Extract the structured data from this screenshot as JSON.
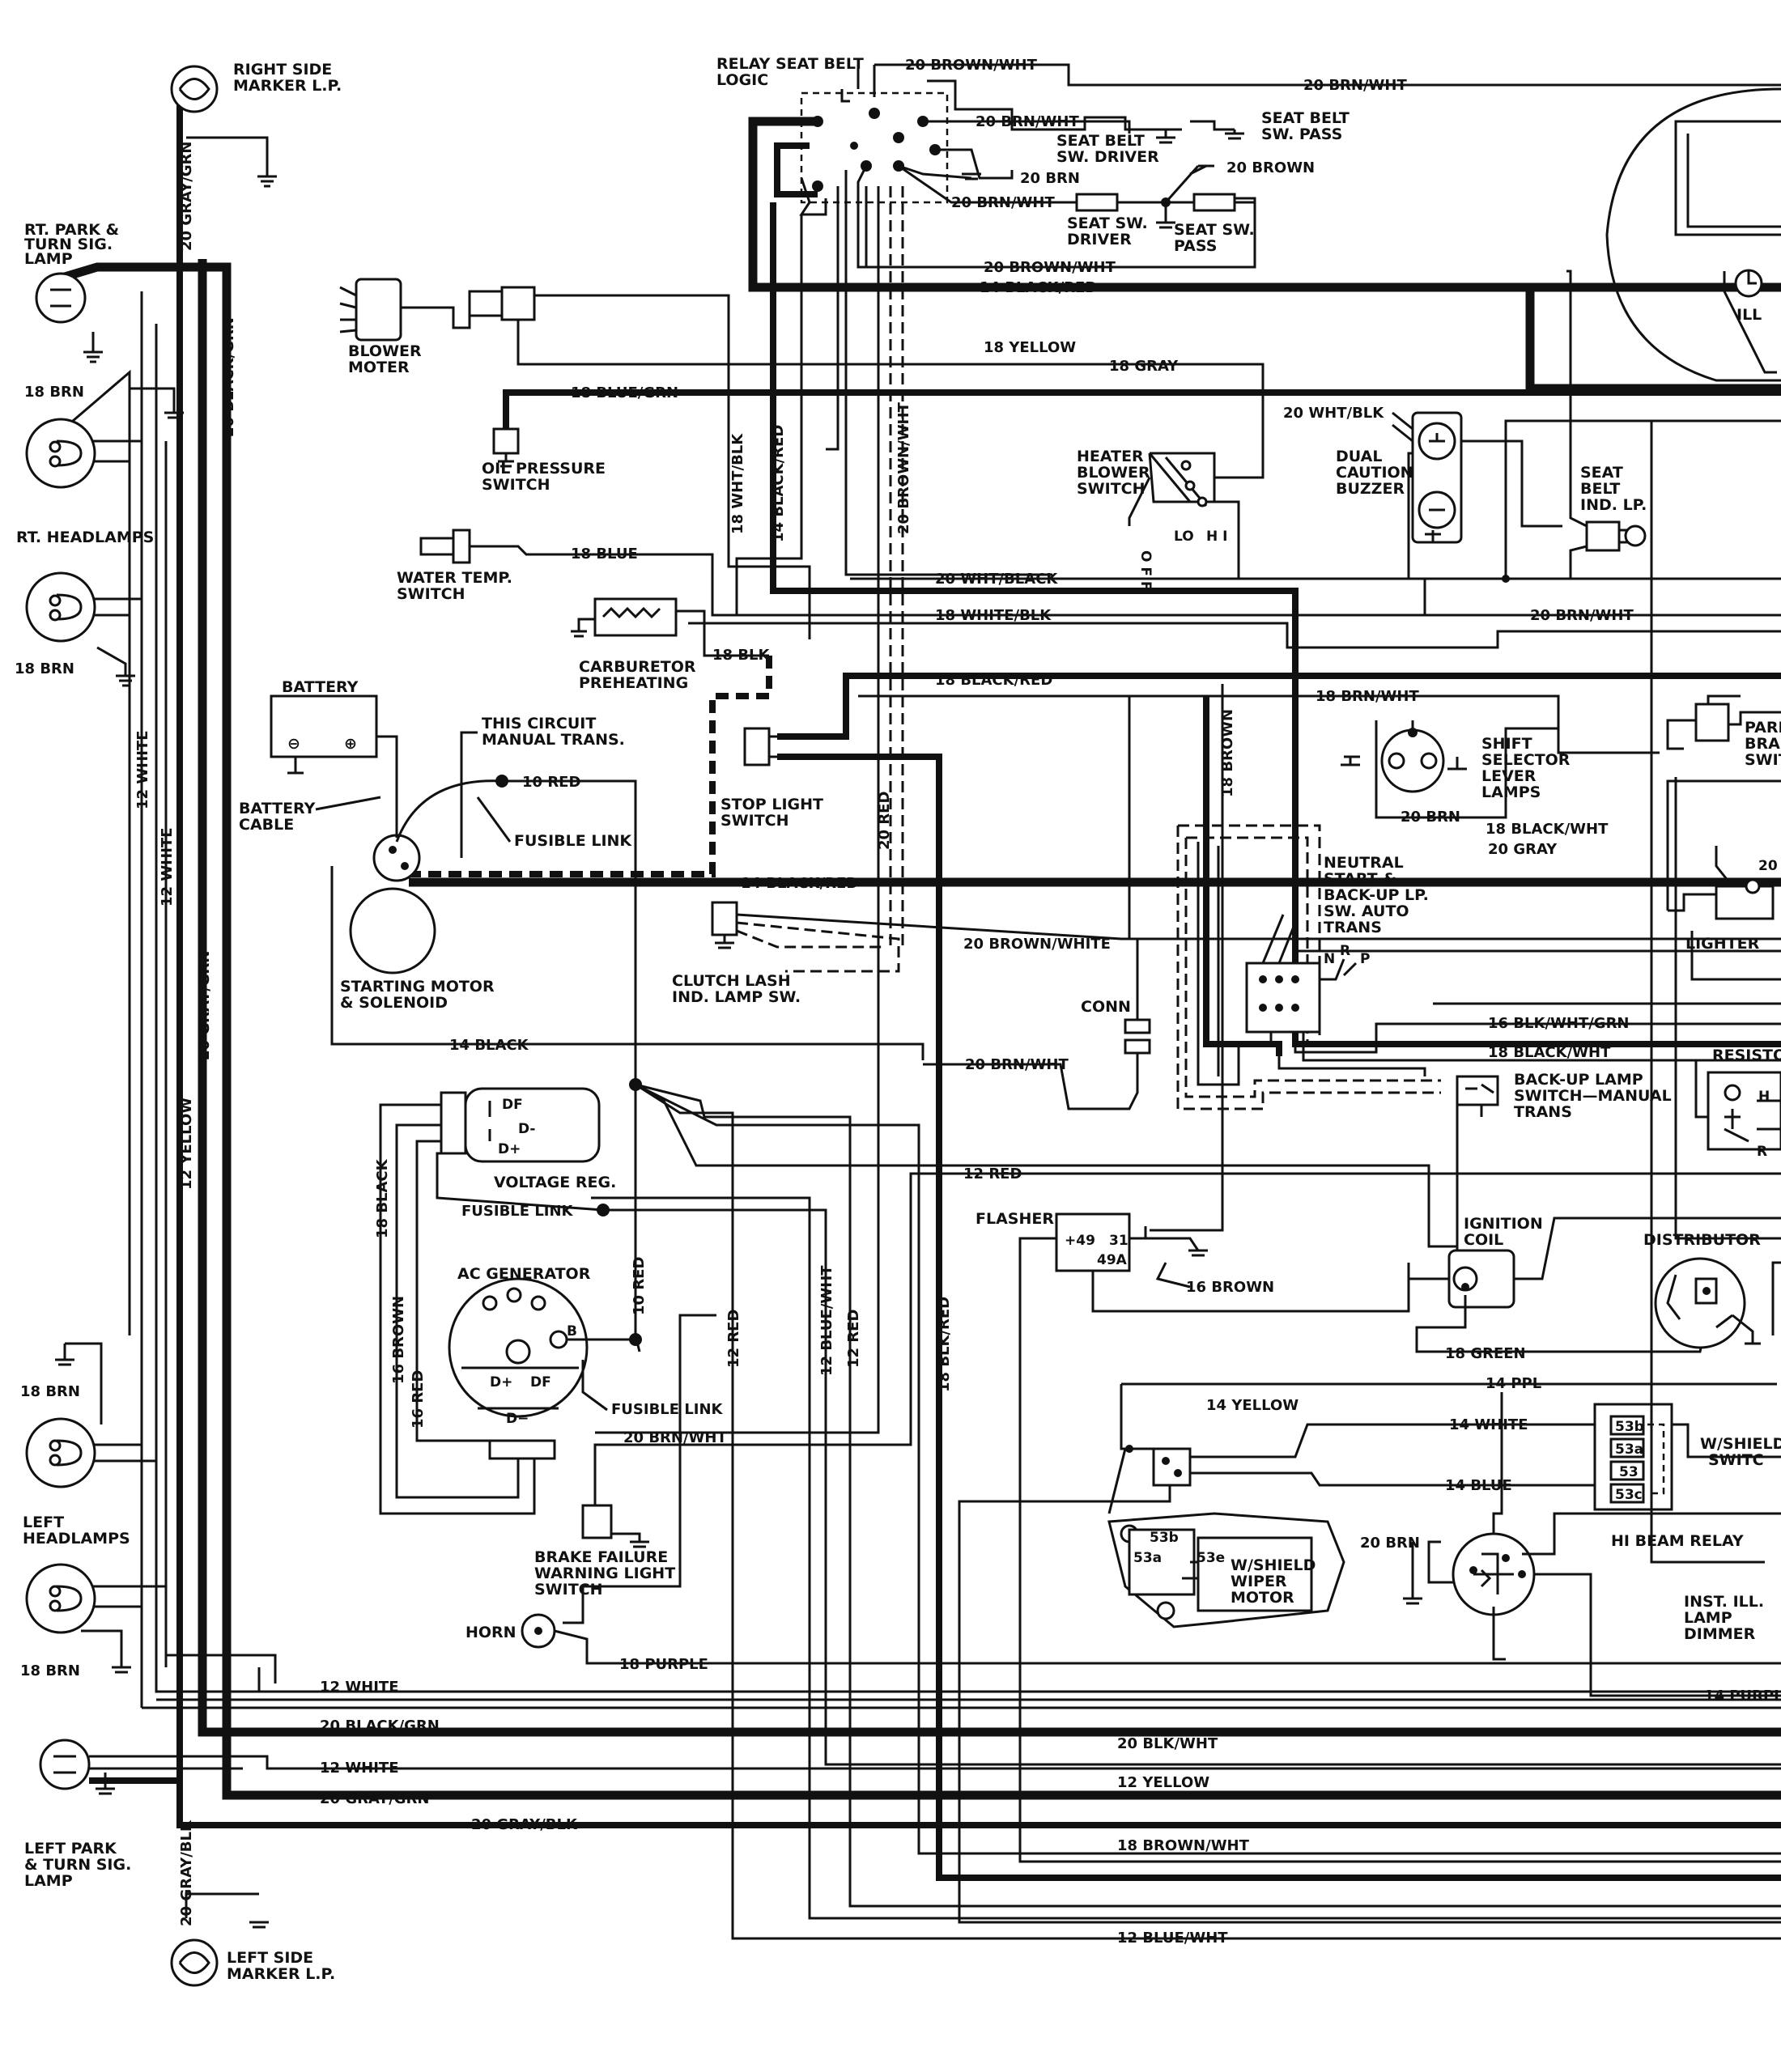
{
  "labels": {
    "right_side_marker": [
      "RIGHT SIDE",
      "MARKER L.P."
    ],
    "rt_park_turn": [
      "RT. PARK &",
      "TURN SIG.",
      "LAMP"
    ],
    "rt_headlamps": "RT. HEADLAMPS",
    "left_headlamps": [
      "LEFT",
      "HEADLAMPS"
    ],
    "left_park_turn": [
      "LEFT PARK",
      "& TURN SIG.",
      "LAMP"
    ],
    "left_side_marker": [
      "LEFT SIDE",
      "MARKER L.P."
    ],
    "blower_motor": [
      "BLOWER",
      "MOTER"
    ],
    "oil_pressure": [
      "OIL PRESSURE",
      "SWITCH"
    ],
    "water_temp": [
      "WATER TEMP.",
      "SWITCH"
    ],
    "carb_preheat": [
      "CARBURETOR",
      "PREHEATING"
    ],
    "battery": "BATTERY",
    "battery_cable": [
      "BATTERY",
      "CABLE"
    ],
    "this_circuit": [
      "THIS CIRCUIT",
      "MANUAL TRANS."
    ],
    "fusible_link": "FUSIBLE LINK",
    "starting_motor": [
      "STARTING MOTOR",
      "& SOLENOID"
    ],
    "stop_light": [
      "STOP LIGHT",
      "SWITCH"
    ],
    "clutch_lash": [
      "CLUTCH LASH",
      "IND. LAMP SW."
    ],
    "voltage_reg": "VOLTAGE REG.",
    "ac_generator": "AC GENERATOR",
    "brake_failure": [
      "BRAKE FAILURE",
      "WARNING LIGHT",
      "SWITCH"
    ],
    "horn": "HORN",
    "relay_seat_belt": [
      "RELAY SEAT BELT",
      "LOGIC"
    ],
    "seat_belt_sw_driver": [
      "SEAT BELT",
      "SW. DRIVER"
    ],
    "seat_belt_sw_pass": [
      "SEAT BELT",
      "SW. PASS"
    ],
    "seat_sw_driver": [
      "SEAT SW.",
      "DRIVER"
    ],
    "seat_sw_pass": [
      "SEAT SW.",
      "PASS"
    ],
    "heater_blower": [
      "HEATER",
      "BLOWER",
      "SWITCH"
    ],
    "dual_caution": [
      "DUAL",
      "CAUTION",
      "BUZZER"
    ],
    "seat_belt_ind": [
      "SEAT",
      "BELT",
      "IND. LP."
    ],
    "ill": "ILL",
    "shift_selector": [
      "SHIFT",
      "SELECTOR",
      "LEVER",
      "LAMPS"
    ],
    "park_brake_sw": [
      "PARK",
      "BRAK",
      "SWIT"
    ],
    "lighter": "LIGHTER",
    "neutral_start": [
      "NEUTRAL",
      "START &",
      "BACK-UP LP.",
      "SW. AUTO",
      "TRANS"
    ],
    "conn": "CONN",
    "backup_manual": [
      "BACK-UP LAMP",
      "SWITCH—MANUAL",
      "TRANS"
    ],
    "resistor": "RESISTO",
    "flasher": "FLASHER",
    "ignition_coil": [
      "IGNITION",
      "COIL"
    ],
    "distributor": "DISTRIBUTOR",
    "wshield_switch": [
      "W/SHIELD",
      "SWITC"
    ],
    "wshield_wiper": [
      "W/SHIELD",
      "WIPER",
      "MOTOR"
    ],
    "hi_beam_relay": "HI BEAM RELAY",
    "inst_ill": [
      "INST. ILL.",
      "LAMP",
      "DIMMER"
    ]
  },
  "pins": {
    "vreg_df": "DF",
    "vreg_d_minus": "D-",
    "vreg_d_plus": "D+",
    "gen_b": "B",
    "gen_d_plus": "D+",
    "gen_df": "DF",
    "gen_d_minus": "D−",
    "flasher_49": "+49",
    "flasher_31": "31",
    "flasher_49a": "49A",
    "heater_off": "O F F",
    "heater_lo": "LO",
    "heater_hi": "H I",
    "nrp_n": "N",
    "nrp_r": "R",
    "nrp_p": "P",
    "sw_53b": "53b",
    "sw_53a": "53a",
    "sw_53": "53",
    "sw_53c": "53c",
    "mot_53b": "53b",
    "mot_53a": "53a",
    "mot_53e": "53e",
    "res_h": "H",
    "res_r": "R",
    "lighter_20": "20",
    "batt_minus": "⊖",
    "batt_plus": "⊕"
  },
  "wires": {
    "w_20_gray_grn_top": "20 GRAY/GRN",
    "w_20_black_grn_v": "20 BLACK/GRN",
    "w_18_brn_1": "18 BRN",
    "w_18_brn_2": "18 BRN",
    "w_12_white_v1": "12 WHITE",
    "w_12_white_v2": "12  WHITE",
    "w_20_gray_grn_v": "20 GRAY/GRN",
    "w_12_yellow_v": "12  YELLOW",
    "w_18_brn_3": "18 BRN",
    "w_18_brn_4": "18 BRN",
    "w_20_gray_blk_v": "20 GRAY/BLK",
    "w_12_white_h1": "12 WHITE",
    "w_20_black_grn_h": "20 BLACK/GRN",
    "w_12_white_h2": "12 WHITE",
    "w_20_gray_grn_h": "20 GRAY/GRN",
    "w_20_gray_blk_h": "20 GRAY/BLK",
    "w_20_blk_wht": "20 BLK/WHT",
    "w_12_yellow_h": "12 YELLOW",
    "w_18_brown_wht": "18 BROWN/WHT",
    "w_12_blue_wht": "12 BLUE/WHT",
    "w_18_blue_grn": "18 BLUE/GRN",
    "w_18_blue": "18 BLUE",
    "w_18_blk": "18 BLK",
    "w_10_red_h": "10 RED",
    "w_14_black_red_start": "14 BLACK/RED",
    "w_14_black": "14 BLACK",
    "w_18_black_v": "18 BLACK",
    "w_16_brown_v": "16 BROWN",
    "w_16_red_v": "16 RED",
    "w_fusible_link_vreg": "FUSIBLE LINK",
    "w_fusible_link_gen": "FUSIBLE LINK",
    "w_10_red_v": "10 RED",
    "w_12_red_v1": "12 RED",
    "w_12_blue_wht_v": "12 BLUE/WHT",
    "w_12_red_v2": "12 RED",
    "w_18_blk_red_v": "18 BLK/RED",
    "w_20_brn_wht_horn": "20 BRN/WHT",
    "w_18_purple": "18 PURPLE",
    "w_18_wht_blk_v": "18 WHT/BLK",
    "w_14_black_red_v": "14 BLACK/RED",
    "w_20_brown_wht_v": "20 BROWN/WHT",
    "w_20_red_v": "20 RED",
    "w_20_brown_wht_top": "20 BROWN/WHT",
    "w_20_brn_wht_top": "20 BRN/WHT",
    "w_20_brn_wht_sb": "20 BRN/WHT",
    "w_20_brn": "20 BRN",
    "w_20_brown_seat": "20 BROWN",
    "w_20_brn_wht_seat": "20 BRN/WHT",
    "w_20_brown_wht_seat2": "20 BROWN/WHT",
    "w_14_black_red_top": "14 BLACK/RED",
    "w_18_yellow": "18 YELLOW",
    "w_18_gray": "18 GRAY",
    "w_20_wht_blk_top": "20 WHT/BLK",
    "w_20_wht_black": "20 WHT/BLACK",
    "w_18_white_blk": "18 WHITE/BLK",
    "w_18_black_red_mid": "18 BLACK/RED",
    "w_18_brn_wht_mid": "18 BRN/WHT",
    "w_20_brn_wht_right": "20 BRN/WHT",
    "w_18_brown_v": "18 BROWN",
    "w_20_brn_shift": "20 BRN",
    "w_18_black_wht": "18 BLACK/WHT",
    "w_20_gray_shift": "20 GRAY",
    "w_20_brown_white_clutch": "20 BROWN/WHITE",
    "w_20_brn_wht_conn": "20 BRN/WHT",
    "w_16_blk_wht_grn": "16 BLK/WHT/GRN",
    "w_18_black_wht_2": "18 BLACK/WHT",
    "w_12_red_h": "12 RED",
    "w_16_brown_flasher": "16 BROWN",
    "w_18_green": "18 GREEN",
    "w_14_ppl": "14 PPL",
    "w_14_yellow": "14 YELLOW",
    "w_14_white": "14 WHITE",
    "w_14_blue": "14 BLUE",
    "w_20_brn_hibeam": "20 BRN",
    "w_14_purple": "14 PURPL"
  }
}
